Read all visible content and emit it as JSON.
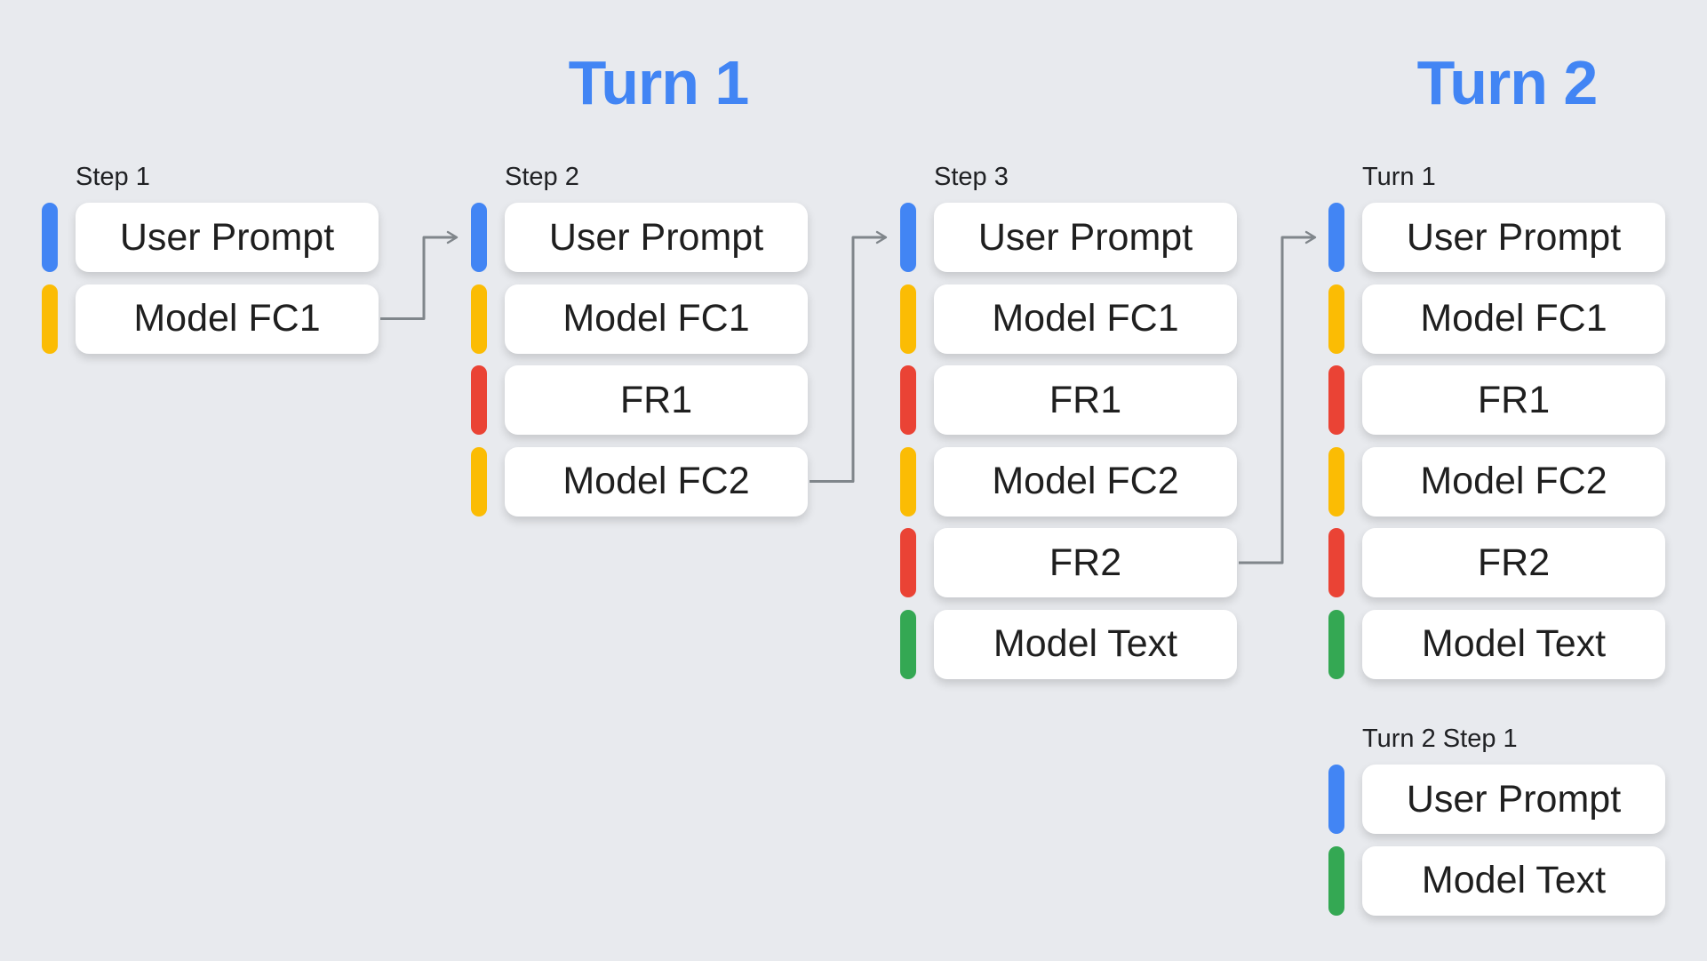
{
  "page": {
    "background": "#E8EAEE",
    "description_labels": {
      "turn1_heading": "Turn 1",
      "turn2_heading": "Turn 2"
    }
  },
  "palette": {
    "heading_text": "#4285F4",
    "user_prompt_bar": "#4285F4",
    "model_fc_bar": "#FBBC04",
    "function_response_bar": "#EA4335",
    "model_text_bar": "#34A853",
    "arrow": "#80868B",
    "label_text": "#202124",
    "box_text": "#1F1F1F",
    "box_background": "#FFFFFF"
  },
  "columns": [
    {
      "label": "Step 1",
      "items": [
        {
          "label": "User Prompt",
          "type": "user_prompt"
        },
        {
          "label": "Model FC1",
          "type": "model_fc"
        }
      ]
    },
    {
      "label": "Step 2",
      "items": [
        {
          "label": "User Prompt",
          "type": "user_prompt"
        },
        {
          "label": "Model FC1",
          "type": "model_fc"
        },
        {
          "label": "FR1",
          "type": "function_response"
        },
        {
          "label": "Model FC2",
          "type": "model_fc"
        }
      ]
    },
    {
      "label": "Step 3",
      "items": [
        {
          "label": "User Prompt",
          "type": "user_prompt"
        },
        {
          "label": "Model FC1",
          "type": "model_fc"
        },
        {
          "label": "FR1",
          "type": "function_response"
        },
        {
          "label": "Model FC2",
          "type": "model_fc"
        },
        {
          "label": "FR2",
          "type": "function_response"
        },
        {
          "label": "Model Text",
          "type": "model_text"
        }
      ]
    },
    {
      "label": "Turn 1",
      "items": [
        {
          "label": "User Prompt",
          "type": "user_prompt"
        },
        {
          "label": "Model FC1",
          "type": "model_fc"
        },
        {
          "label": "FR1",
          "type": "function_response"
        },
        {
          "label": "Model FC2",
          "type": "model_fc"
        },
        {
          "label": "FR2",
          "type": "function_response"
        },
        {
          "label": "Model Text",
          "type": "model_text"
        }
      ]
    },
    {
      "label": "Turn 2 Step 1",
      "items": [
        {
          "label": "User Prompt",
          "type": "user_prompt"
        },
        {
          "label": "Model Text",
          "type": "model_text"
        }
      ]
    }
  ],
  "arrows": [
    {
      "name": "step1-model-fc1-to-step2-user-prompt"
    },
    {
      "name": "step2-model-fc2-to-step3-user-prompt"
    },
    {
      "name": "step3-fr2-to-turn1-user-prompt"
    }
  ]
}
